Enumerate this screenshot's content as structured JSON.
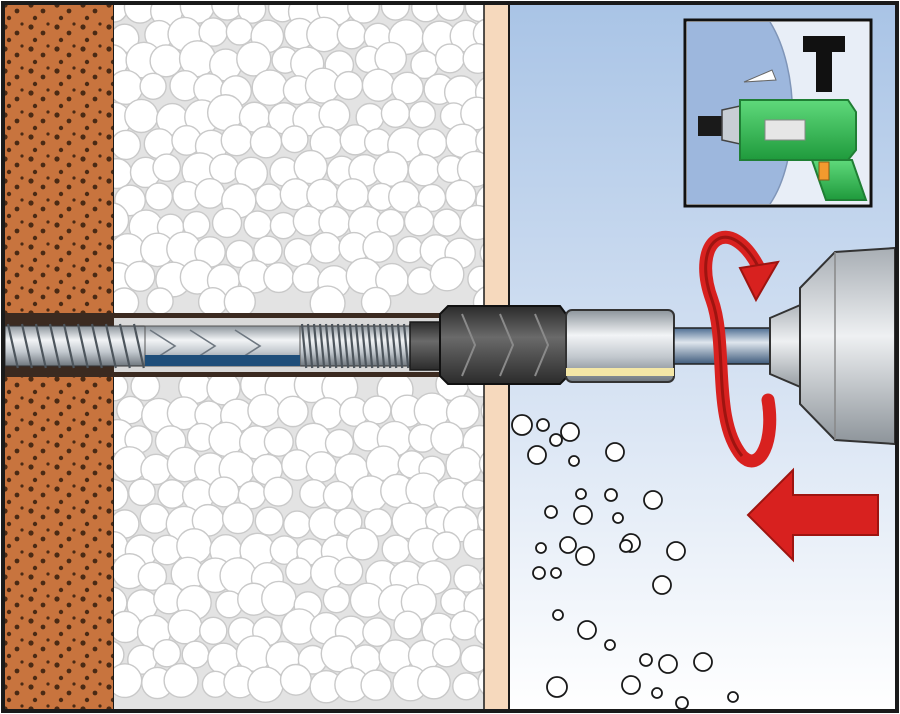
{
  "illustration": {
    "layers": [
      "masonry-wall",
      "insulation-foam",
      "render-plaster",
      "air-gap"
    ],
    "colors": {
      "masonry": "#c8743e",
      "masonry_dots": "#4a2a14",
      "insulation": "#e6e6e6",
      "bead": "#ffffff",
      "bead_edge": "#c9c9c9",
      "plaster": "#f6d9bd",
      "air_top": "#a9c4e6",
      "air_bottom": "#ffffff",
      "arrow": "#d8211f",
      "arrow_dark": "#9e1410",
      "drill_green": "#2db84a",
      "drill_dark": "#1f7f34",
      "metal": "#c7ccd1",
      "anchor": "#4a4a4a",
      "outline": "#1a1a1a"
    },
    "inset": {
      "tool": "drill-icon",
      "mode_symbol": "hammer-icon",
      "cap": "screwdriver-cap-icon"
    },
    "symbols": {
      "rotation": "rotation-arrow-icon",
      "push": "push-arrow-left-icon"
    }
  }
}
